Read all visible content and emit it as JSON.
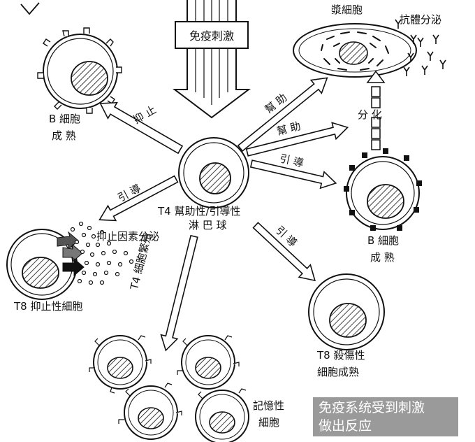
{
  "stimulus": "免疫刺激",
  "cells": {
    "plasma": "漿細胞",
    "antibody": "抗體分泌",
    "b_cell_1": [
      "B 細胞",
      "成  熟"
    ],
    "b_cell_2": [
      "B 細胞",
      "成  熟"
    ],
    "t4_center": [
      "T4 幫助性/引導性",
      "淋 巴 球"
    ],
    "t8_suppressor": "T8 抑止性細胞",
    "suppressor_factor": "抑止因素分泌",
    "t8_killer": [
      "T8 殺傷性",
      "細胞成熟"
    ],
    "memory": [
      "記憶性",
      "細胞"
    ]
  },
  "arrows": {
    "suppress": "抑 止",
    "help_1": "幫 助",
    "help_2": "幫 助",
    "induce_1": "引 導",
    "induce_2": "引 導",
    "induce_3": "引 導",
    "differentiate": "分  化",
    "t4_proliferate": "T4 細胞繁殖"
  },
  "caption": [
    "免疫系统受到刺激",
    "做出反应"
  ]
}
